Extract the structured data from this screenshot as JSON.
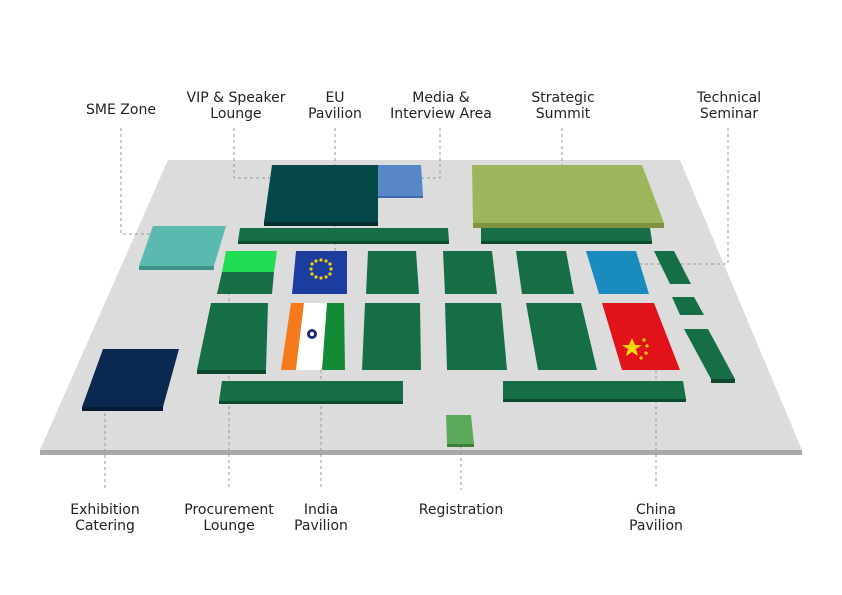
{
  "labels": {
    "sme_zone": [
      "SME Zone"
    ],
    "vip_lounge": [
      "VIP & Speaker",
      "Lounge"
    ],
    "eu_pavilion": [
      "EU",
      "Pavilion"
    ],
    "media_area": [
      "Media &",
      "Interview Area"
    ],
    "strategic_summit": [
      "Strategic",
      "Summit"
    ],
    "technical_seminar": [
      "Technical",
      "Seminar"
    ],
    "exhibition_catering": [
      "Exhibition",
      "Catering"
    ],
    "procurement_lounge": [
      "Procurement",
      "Lounge"
    ],
    "india_pavilion": [
      "India",
      "Pavilion"
    ],
    "registration": [
      "Registration"
    ],
    "china_pavilion": [
      "China",
      "Pavilion"
    ]
  },
  "colors": {
    "floor": "#dcdcdc",
    "floor_edge": "#a8a8a8",
    "booth": "#156e46",
    "booth_dark": "#0c4a2e",
    "vip_lounge": "#05484a",
    "media_area": "#5787c6",
    "strategic_summit": "#9db65b",
    "sme_zone": "#5bbab0",
    "technical_seminar": "#1a8bbf",
    "exhibition_catering": "#0a2850",
    "procurement_lounge": "#22dc55",
    "registration": "#5aaa5a",
    "leader_line": "#999999",
    "label_text": "#222222"
  },
  "icons": [
    "eu-flag-icon",
    "india-flag-icon",
    "china-flag-icon"
  ]
}
